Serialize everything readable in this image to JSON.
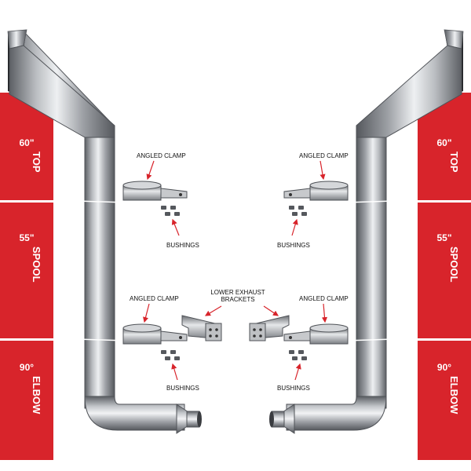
{
  "sections": {
    "top": {
      "length": "60\"",
      "name": "TOP"
    },
    "spool": {
      "length": "55\"",
      "name": "SPOOL"
    },
    "elbow": {
      "length": "90°",
      "name": "ELBOW"
    }
  },
  "callouts": {
    "angled_clamp": "ANGLED CLAMP",
    "bushings": "BUSHINGS",
    "lower_exhaust_brackets": "LOWER EXHAUST BRACKETS"
  },
  "colors": {
    "band_red": "#d8242b",
    "pipe_chrome": "#9a9da1",
    "pipe_dark": "#4a4d52",
    "arrow_red": "#d8242b"
  }
}
